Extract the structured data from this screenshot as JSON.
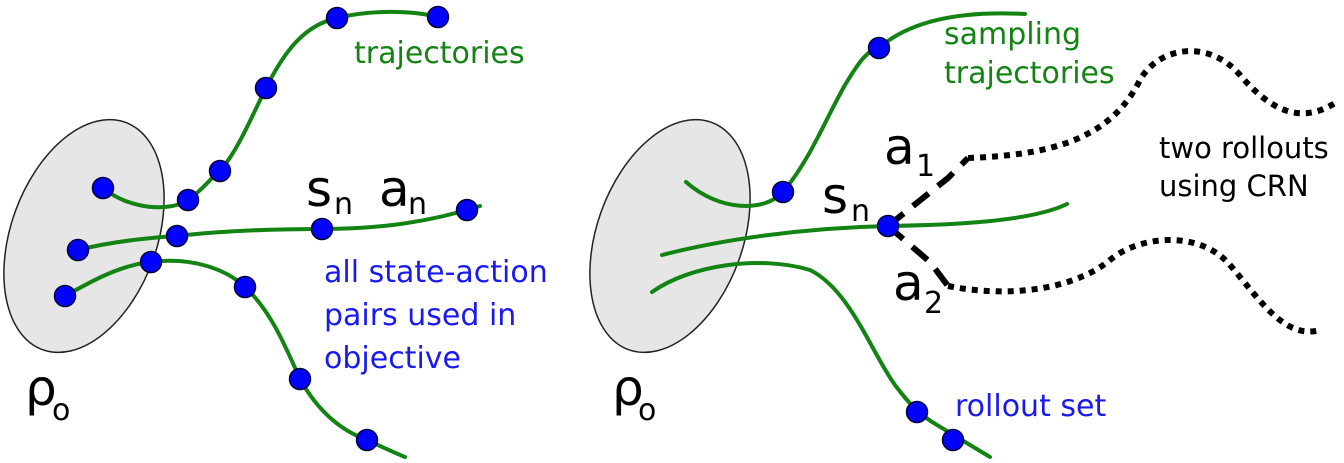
{
  "left_panel": {
    "start_symbol": "ρ",
    "start_subscript": "o",
    "trajectories_label": "trajectories",
    "state_symbol": "s",
    "state_subscript": "n",
    "action_symbol": "a",
    "action_subscript": "n",
    "pairs_label_lines": [
      "all state-action",
      "pairs used in",
      "objective"
    ]
  },
  "right_panel": {
    "start_symbol": "ρ",
    "start_subscript": "o",
    "sampling_label_lines": [
      "sampling",
      "trajectories"
    ],
    "state_symbol": "s",
    "state_subscript": "n",
    "action1_symbol": "a",
    "action1_subscript": "1",
    "action2_symbol": "a",
    "action2_subscript": "2",
    "rollouts_label_lines": [
      "two rollouts",
      "using CRN"
    ],
    "rollout_set_label": "rollout set"
  },
  "colors": {
    "trajectory": "#138313",
    "state_dot": "#0000ff",
    "blue_text": "#1a1aee",
    "region_fill": "#e6e6e6"
  }
}
